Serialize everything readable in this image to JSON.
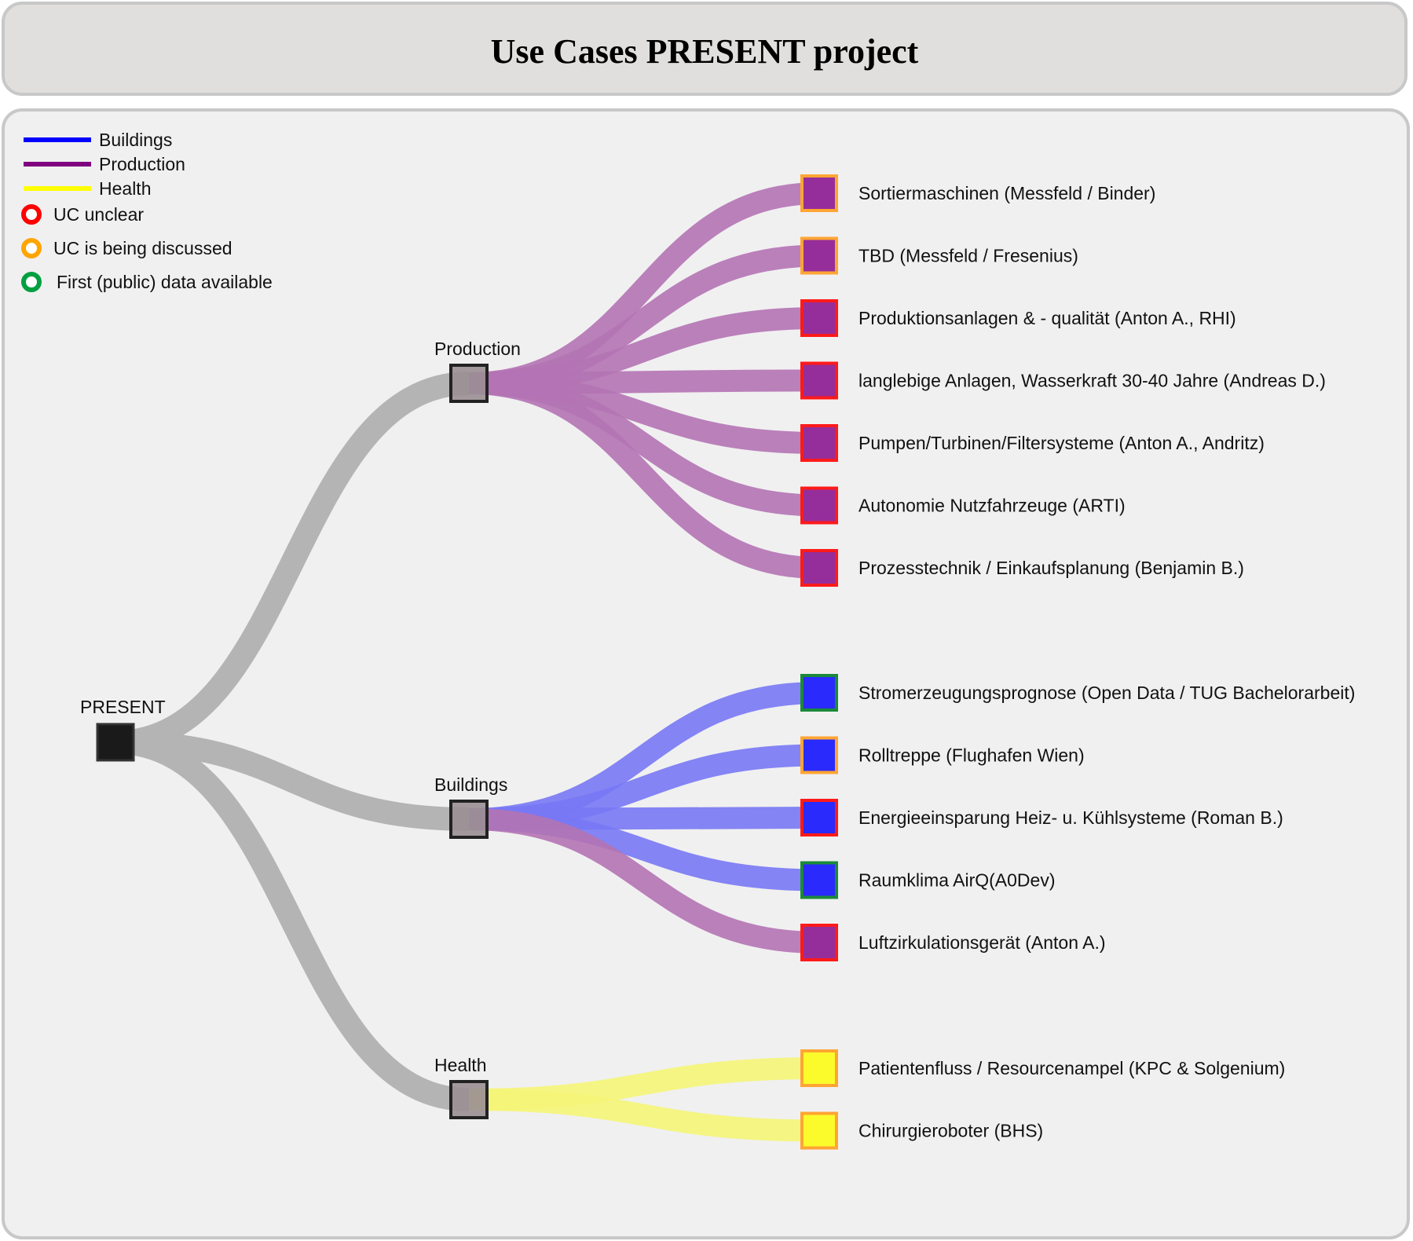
{
  "title": "Use Cases PRESENT project",
  "legend": {
    "lines": [
      {
        "label": "Buildings",
        "color": "#0000ff"
      },
      {
        "label": "Production",
        "color": "#800080"
      },
      {
        "label": "Health",
        "color": "#ffff00"
      }
    ],
    "status": [
      {
        "label": "UC unclear",
        "color": "#ff0000"
      },
      {
        "label": "UC is being discussed",
        "color": "#ffa500"
      },
      {
        "label": "First (public) data available",
        "color": "#00a040"
      }
    ]
  },
  "root": {
    "label": "PRESENT"
  },
  "categories": [
    {
      "label": "Production",
      "color": "#800080",
      "children": [
        {
          "label": "Sortiermaschinen (Messfeld / Binder)",
          "status": "discussed",
          "category": "Production"
        },
        {
          "label": "TBD (Messfeld / Fresenius)",
          "status": "discussed",
          "category": "Production"
        },
        {
          "label": "Produktionsanlagen & - qualität (Anton A., RHI)",
          "status": "unclear",
          "category": "Production"
        },
        {
          "label": "langlebige Anlagen, Wasserkraft 30-40 Jahre (Andreas D.)",
          "status": "unclear",
          "category": "Production"
        },
        {
          "label": "Pumpen/Turbinen/Filtersysteme (Anton A., Andritz)",
          "status": "unclear",
          "category": "Production"
        },
        {
          "label": "Autonomie Nutzfahrzeuge (ARTI)",
          "status": "unclear",
          "category": "Production"
        },
        {
          "label": "Prozesstechnik / Einkaufsplanung (Benjamin B.)",
          "status": "unclear",
          "category": "Production"
        }
      ]
    },
    {
      "label": "Buildings",
      "color": "#0000ff",
      "children": [
        {
          "label": "Stromerzeugungsprognose (Open Data / TUG Bachelorarbeit)",
          "status": "data",
          "category": "Buildings"
        },
        {
          "label": "Rolltreppe (Flughafen Wien)",
          "status": "discussed",
          "category": "Buildings"
        },
        {
          "label": "Energieeinsparung Heiz- u. Kühlsysteme (Roman B.)",
          "status": "unclear",
          "category": "Buildings"
        },
        {
          "label": "Raumklima AirQ(A0Dev)",
          "status": "data",
          "category": "Buildings"
        },
        {
          "label": "Luftzirkulationsgerät (Anton A.)",
          "status": "unclear",
          "category": "Production"
        }
      ]
    },
    {
      "label": "Health",
      "color": "#ffff00",
      "children": [
        {
          "label": "Patientenfluss / Resourcenampel (KPC & Solgenium)",
          "status": "discussed",
          "category": "Health"
        },
        {
          "label": "Chirurgieroboter (BHS)",
          "status": "discussed",
          "category": "Health"
        }
      ]
    }
  ],
  "colors": {
    "link_root": "#b4b4b4",
    "link_production": "#b473b4",
    "link_buildings": "#7878f5",
    "link_health": "#f5f578",
    "leaf_production": "#952e9a",
    "leaf_buildings": "#2a2afc",
    "leaf_health": "#fbfb2c",
    "status_unclear": "#ff1a1a",
    "status_discussed": "#ffa533",
    "status_data": "#1a8a3a"
  }
}
